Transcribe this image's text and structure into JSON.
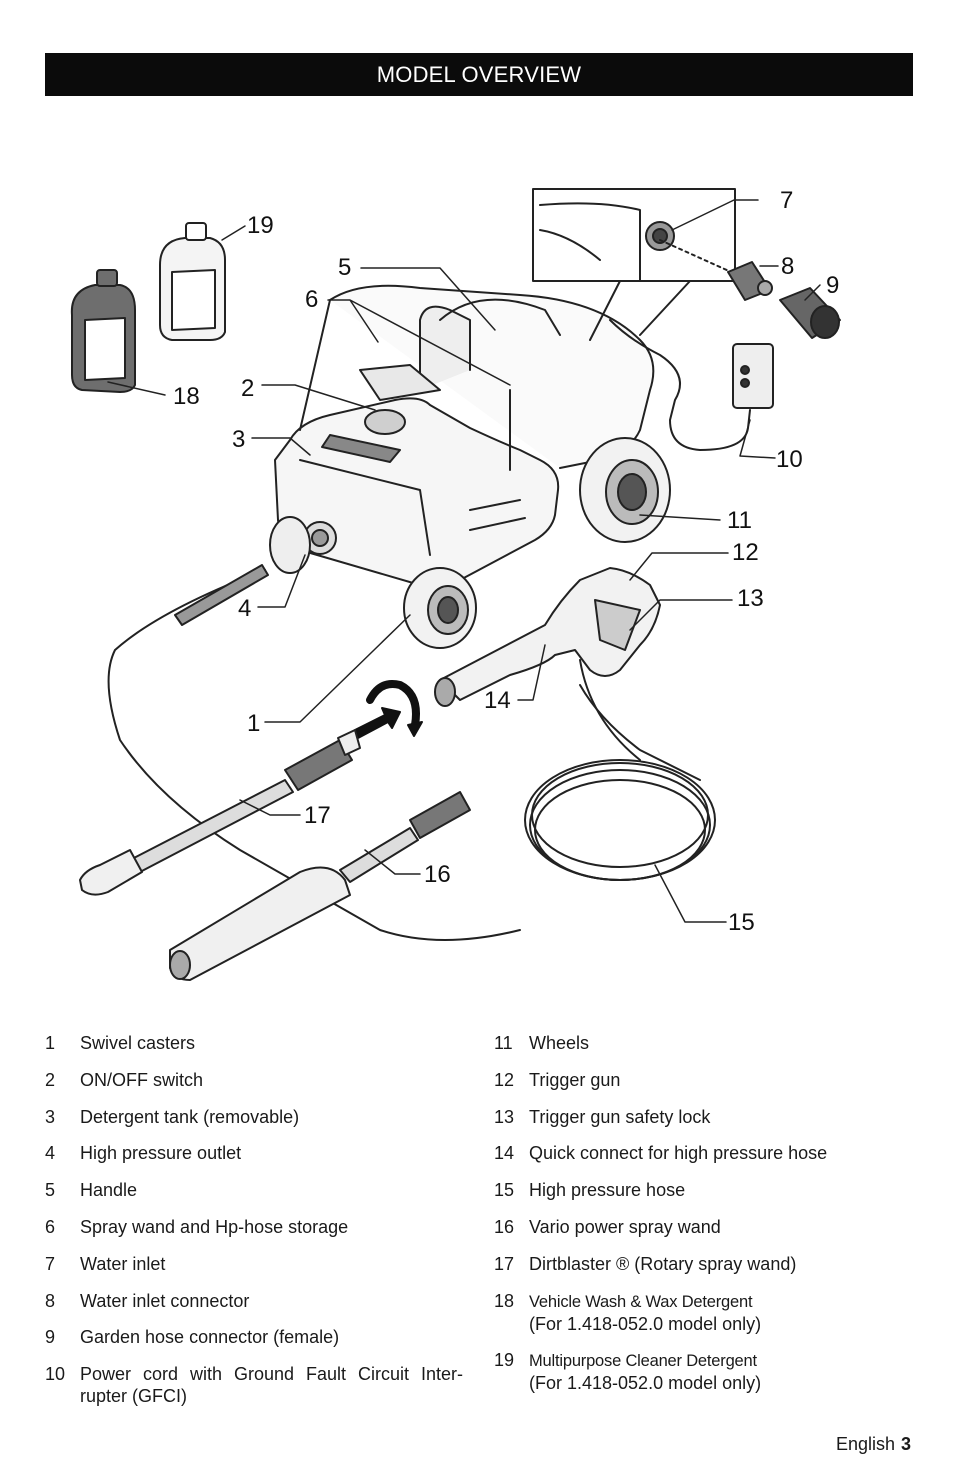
{
  "header": {
    "title": "MODEL OVERVIEW"
  },
  "callouts": [
    "1",
    "2",
    "3",
    "4",
    "5",
    "6",
    "7",
    "8",
    "9",
    "10",
    "11",
    "12",
    "13",
    "14",
    "15",
    "16",
    "17",
    "18",
    "19"
  ],
  "parts_left": [
    {
      "num": "1",
      "text": "Swivel casters"
    },
    {
      "num": "2",
      "text": "ON/OFF switch"
    },
    {
      "num": "3",
      "text": "Detergent tank (removable)"
    },
    {
      "num": "4",
      "text": "High pressure outlet"
    },
    {
      "num": "5",
      "text": "Handle"
    },
    {
      "num": "6",
      "text": "Spray wand and Hp-hose storage"
    },
    {
      "num": "7",
      "text": "Water inlet"
    },
    {
      "num": "8",
      "text": "Water inlet connector"
    },
    {
      "num": "9",
      "text": "Garden hose connector (female)"
    },
    {
      "num": "10",
      "text": "Power cord with Ground Fault Circuit Inter-rupter (GFCI)"
    }
  ],
  "parts_right": [
    {
      "num": "11",
      "text": "Wheels"
    },
    {
      "num": "12",
      "text": "Trigger gun"
    },
    {
      "num": "13",
      "text": "Trigger gun safety lock"
    },
    {
      "num": "14",
      "text": "Quick connect for high pressure hose"
    },
    {
      "num": "15",
      "text": "High pressure hose"
    },
    {
      "num": "16",
      "text": "Vario power spray wand"
    },
    {
      "num": "17",
      "text": "Dirtblaster ® (Rotary spray wand)"
    },
    {
      "num": "18",
      "text": "Vehicle Wash & Wax Detergent",
      "note": "(For 1.418-052.0 model only)"
    },
    {
      "num": "19",
      "text": "Multipurpose Cleaner Detergent",
      "note": "(For 1.418-052.0 model only)"
    }
  ],
  "footer": {
    "language": "English",
    "page": "3"
  }
}
